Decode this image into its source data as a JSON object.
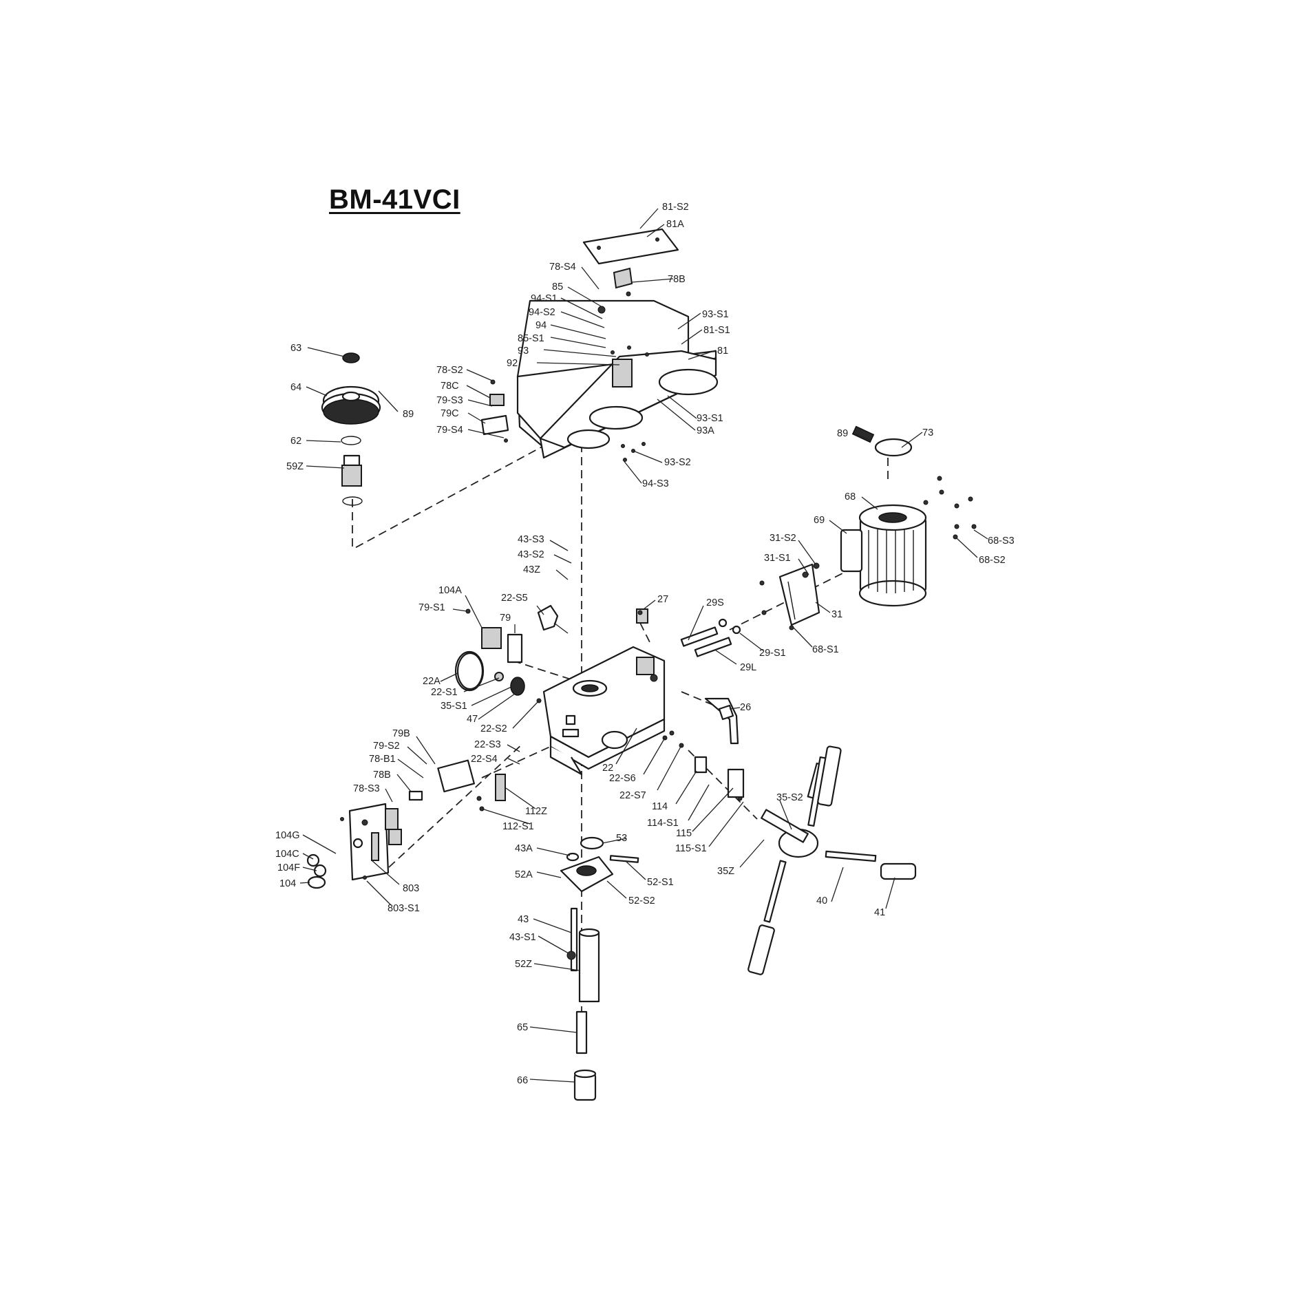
{
  "title": "BM-41VCI",
  "callouts": [
    "81-S2",
    "81A",
    "78-S4",
    "78B",
    "85",
    "94-S1",
    "94-S2",
    "94",
    "85-S1",
    "93",
    "92",
    "93-S1",
    "81-S1",
    "81",
    "93-S1",
    "93A",
    "93-S2",
    "94-S3",
    "63",
    "64",
    "89",
    "62",
    "59Z",
    "78-S2",
    "78C",
    "79-S3",
    "79C",
    "79-S4",
    "89",
    "73",
    "68",
    "69",
    "68-S3",
    "68-S2",
    "31-S2",
    "31-S1",
    "31",
    "68-S1",
    "43-S3",
    "43-S2",
    "43Z",
    "27",
    "29S",
    "29-S1",
    "29L",
    "104A",
    "79-S1",
    "22-S5",
    "79",
    "22A",
    "22-S1",
    "35-S1",
    "47",
    "22-S2",
    "26",
    "22",
    "22-S6",
    "22-S7",
    "79B",
    "79-S2",
    "78-B1",
    "78B",
    "78-S3",
    "22-S3",
    "22-S4",
    "112Z",
    "112-S1",
    "114",
    "114-S1",
    "115",
    "115-S1",
    "35-S2",
    "35Z",
    "40",
    "41",
    "104G",
    "104C",
    "104F",
    "104",
    "803",
    "803-S1",
    "53",
    "43A",
    "52A",
    "52-S1",
    "52-S2",
    "43",
    "43-S1",
    "52Z",
    "65",
    "66"
  ]
}
